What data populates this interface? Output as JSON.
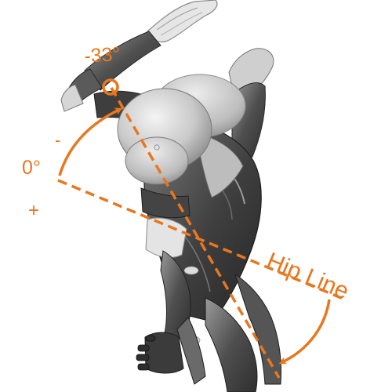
{
  "labels": {
    "angle_value": "-33°",
    "minus_sign": "-",
    "zero": "0°",
    "plus_sign": "+",
    "hip_line": "Hip Line"
  },
  "colors": {
    "annotation": "#e8771e",
    "figure_dark": "#4a4a4a",
    "figure_mid": "#8a8a8a",
    "figure_light": "#d4d4d4",
    "background": "#ffffff"
  }
}
